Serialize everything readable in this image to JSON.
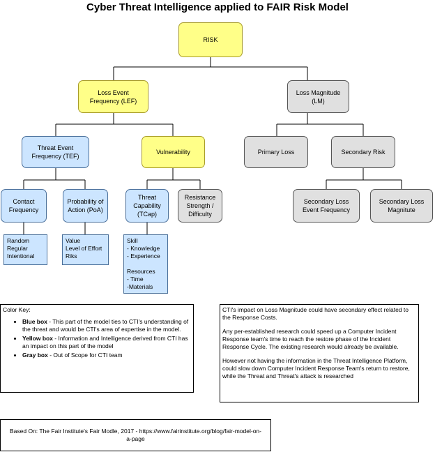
{
  "title": "Cyber Threat Intelligence applied to FAIR Risk Model",
  "nodes": {
    "risk": "RISK",
    "lef": "Loss Event\nFrequency (LEF)",
    "lm": "Loss Magnitude\n(LM)",
    "tef": "Threat Event\nFrequency (TEF)",
    "vulnerability": "Vulnerability",
    "primary_loss": "Primary Loss",
    "secondary_risk": "Secondary Risk",
    "contact_frequency": "Contact\nFrequency",
    "poa": "Probability of\nAction (PoA)",
    "tcap": "Threat\nCapability\n(TCap)",
    "resistance": "Resistance\nStrength /\nDifficulty",
    "slef": "Secondary Loss\nEvent Frequency",
    "slm": "Secondary Loss\nMagnitute"
  },
  "leaves": {
    "contact": "Random\nRegular\nIntentional",
    "poa": "Value\nLevel of Effort\nRiks",
    "tcap": "Skill\n- Knowledge\n- Experience\n\nResources\n- Time\n-Materials"
  },
  "color_key": {
    "heading": "Color Key:",
    "items": [
      {
        "term": "Blue box",
        "text": " - This part of the model ties to CTI's understanding of the threat and would be CTI's area of expertise in the model."
      },
      {
        "term": "Yellow box",
        "text": " - Information and Intelligence derived from CTI has an impact on this part of the model"
      },
      {
        "term": "Gray box",
        "text": " - Out of Scope for CTI team"
      }
    ]
  },
  "cti_note": [
    "CTI's impact on Loss Magnitude could have secondary effect related to the Response Costs.",
    "Any per-established research could speed up a Computer Incident Response team's time to reach the restore phase of the Incident Response Cycle. The existing research would already be available.",
    "However not having the information in the Threat Intelligence Platform, could slow down Computer Incident Response Team's return to restore, while the Threat and Threat's attack is researched"
  ],
  "source": "Based On: The Fair Institute's Fair Modle, 2017 - https://www.fairinstitute.org/blog/fair-model-on-a-page",
  "colors": {
    "yellow": "#ffff88",
    "blue": "#cce5ff",
    "gray": "#e0e0e0"
  }
}
